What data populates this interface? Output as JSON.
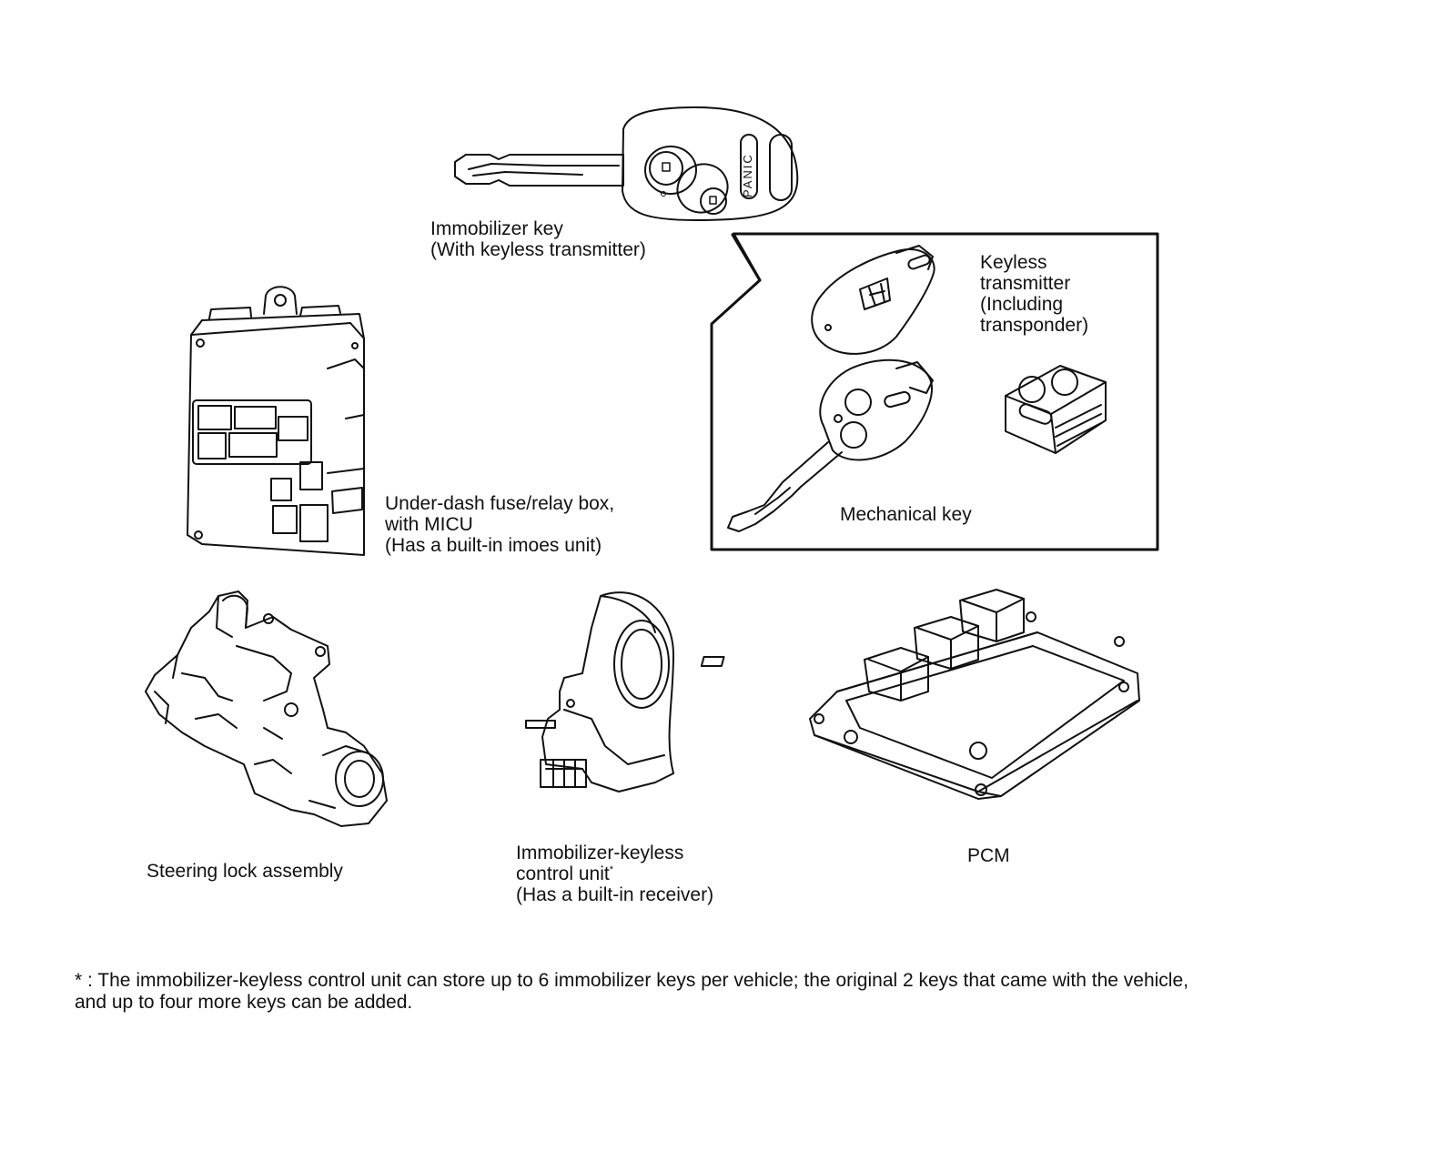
{
  "labels": {
    "immobilizer_key": {
      "line1": "Immobilizer key",
      "line2": "(With keyless transmitter)"
    },
    "keyless_transmitter": {
      "line1": "Keyless",
      "line2": "transmitter",
      "line3": "(Including",
      "line4": "transponder)"
    },
    "mechanical_key": "Mechanical key",
    "fuse_box": {
      "line1": "Under-dash fuse/relay box,",
      "line2": "with MICU",
      "line3": "(Has a built-in imoes unit)"
    },
    "steering_lock": "Steering lock assembly",
    "control_unit": {
      "line1": "Immobilizer-keyless",
      "line2": "control unit",
      "asterisk": "*",
      "line3": "(Has a built-in receiver)"
    },
    "pcm": "PCM",
    "panic_button": "PANIC"
  },
  "footnote": "* : The immobilizer-keyless control unit can store up to 6 immobilizer keys per vehicle; the original 2 keys that came with the vehicle, and up to four more keys can be added.",
  "colors": {
    "line": "#111111",
    "background": "#ffffff"
  }
}
